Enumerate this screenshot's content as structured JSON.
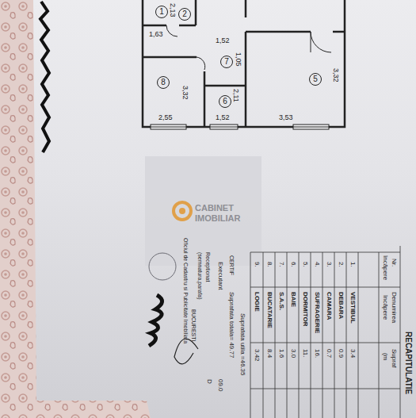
{
  "diagram": {
    "nodes": [
      {
        "text": [
          "1"
        ]
      },
      {
        "text": [
          "2"
        ]
      },
      {
        "text": [
          "7"
        ]
      },
      {
        "text": [
          "8"
        ]
      },
      {
        "text": [
          "5"
        ]
      },
      {
        "text": [
          "6"
        ]
      }
    ],
    "labels": [
      "2,13",
      "1,63",
      "1,52",
      "1,05",
      "3,32",
      "3,32",
      "2,11",
      "2,55",
      "1,52",
      "3,53",
      "CABINET IMOBILIAR",
      "RECAPITULATIE",
      "Nr.",
      "încăpere",
      "Denumirea",
      "încăpere",
      "Supraf",
      "(m",
      "1.",
      "VESTIBUL",
      "3.4",
      "2.",
      "DEBARA",
      "0.9",
      "3.",
      "CAMARA",
      "0.7",
      "4.",
      "SUFRAGERIE",
      "16.",
      "5.",
      "DORMITOR",
      "11.",
      "6.",
      "BAIE",
      "3.0",
      "7.",
      "S.A.S.",
      "1.6",
      "8.",
      "BUCATARIE",
      "8.4",
      "9.",
      "LOGIE",
      "3.42",
      "Suprafata utila =46.35",
      "CERTIF",
      "Suprafata totala= 49.77",
      "Executant",
      "09.0",
      "D",
      "Receptionat",
      "(semnatura,parafa)",
      "Oficiul de Cadastru si Publicitate Imobiliara",
      "BUCURESTI"
    ]
  }
}
